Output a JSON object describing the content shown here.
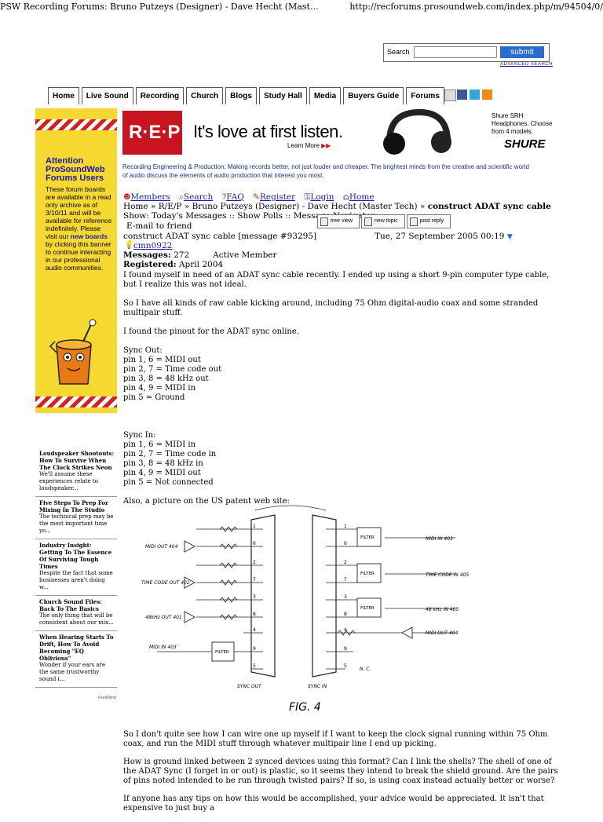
{
  "print_header": {
    "title": "PSW Recording Forums: Bruno Putzeys (Designer) - Dave Hecht (Mast...",
    "url": "http://recforums.prosoundweb.com/index.php/m/94504/0/"
  },
  "search": {
    "label": "Search",
    "button": "submit",
    "advanced": "ADVANCED SEARCH"
  },
  "nav": [
    "Home",
    "Live Sound",
    "Recording",
    "Church",
    "Blogs",
    "Study Hall",
    "Media",
    "Buyers Guide",
    "Forums"
  ],
  "banner": {
    "logo": "R·E·P",
    "headline": "It's love at first listen.",
    "learn_more": "Learn More",
    "shure_sub": "Shure SRH Headphones. Choose from 4 models.",
    "shure_logo": "SHURE"
  },
  "tagline": "Recording Engineering & Production: Making records better, not just louder and cheaper. The brightest minds from the creative and scientific world of audio discuss the elements of audio production that interest you most.",
  "left": {
    "attention": "Attention ProSoundWeb Forums Users",
    "notice_pre": "These forum boards are available in a read only archive as of 3/10/11 and will be available for reference indefinitely. Please visit our ",
    "notice_link": "new boards",
    "notice_post": " by clicking this banner to continue interacting in our professional audio communities.",
    "articles": [
      {
        "title": "Loudspeaker Shootouts: How To Survive When The Clock Strikes Neon",
        "desc": "We'll assume these experiences relate to loudspeaker..."
      },
      {
        "title": "Five Steps To Prep For Mixing In The Studio",
        "desc": "The technical prep may be the most important time yo..."
      },
      {
        "title": "Industry Insight: Getting To The Essence Of Surviving Tough Times",
        "desc": "Despite the fact that some businesses aren't doing w..."
      },
      {
        "title": "Church Sound Files: Back To The Basics",
        "desc": "The only thing that will be consistent about our mix..."
      },
      {
        "title": "When Hearing Starts To Drift, How To Avoid Becoming \"EQ Oblivious\"",
        "desc": "Wonder if your ears are the same trustworthy sound i..."
      }
    ],
    "feedwind": "FeedWind"
  },
  "forum": {
    "toplinks": [
      "Members",
      "Search",
      "FAQ",
      "Register",
      "Login",
      "Home"
    ],
    "breadcrumb": [
      "Home",
      "R/E/P",
      "Bruno Putzeys (Designer) - Dave Hecht (Master Tech)"
    ],
    "breadcrumb_current": "construct ADAT sync cable",
    "show_label": "Show:",
    "show_links": [
      "Today's Messages",
      "Show Polls",
      "Message Navigator"
    ],
    "email_link": "E-mail to friend",
    "buttons": [
      "tree view",
      "new topic",
      "post reply"
    ],
    "msg_title": "construct ADAT sync cable [message #93295]",
    "msg_date": "Tue, 27 September 2005 00:19",
    "username": "cmn0922",
    "messages_label": "Messages:",
    "messages_count": "272",
    "member_status": "Active Member",
    "registered_label": "Registered:",
    "registered_date": "April 2004",
    "p1": "I found myself in need of an ADAT sync cable recently. I ended up using a short 9-pin computer type cable, but I realize this was not ideal.",
    "p2": "So I have all kinds of raw cable kicking around, including 75 Ohm digital-audio coax and some stranded multipair stuff.",
    "p3": "I found the pinout for the ADAT sync online.",
    "sync_out_title": "Sync Out:",
    "sync_out": [
      "pin 1, 6 = MIDI out",
      "pin 2, 7 = Time code out",
      "pin 3, 8 = 48 kHz out",
      "pin 4, 9 = MIDI in",
      "pin 5 = Ground"
    ],
    "sync_in_title": "Sync In:",
    "sync_in": [
      "pin 1, 6 = MIDI in",
      "pin 2, 7 = Time code in",
      "pin 3, 8 = 48 kHz in",
      "pin 4, 9 = MIDI out",
      "pin 5 = Not connected"
    ],
    "p4": "Also, a picture on the US patent web site:",
    "p5": "So I don't quite see how I can wire one up myself if I want to keep the clock signal running within 75 Ohm coax, and run the MIDI stuff through whatever multipair line I end up picking.",
    "p6": "How is ground linked between 2 synced devices using this format? Can I link the shells? The shell of one of the ADAT Sync (I forget in or out) is plastic, so it seems they intend to break the shield ground. Are the pairs of pins noted intended to be run through twisted pairs? If so, is using coax instead actually better or worse?",
    "p7": "If anyone has any tips on how this would be accomplished, your advice would be appreciated. It isn't that expensive to just buy a"
  },
  "figure": {
    "caption": "FIG. 4",
    "left_labels": [
      "MIDI OUT 404",
      "TIME CODE OUT 402",
      "48kHz OUT 401",
      "MIDI IN 403"
    ],
    "right_labels": [
      "MIDI IN 403",
      "TIME CODE IN 405",
      "48 kHz IN 405",
      "MIDI OUT 404"
    ],
    "filter": "FILTER",
    "sync_out": "SYNC OUT",
    "sync_in": "SYNC IN",
    "nc": "N. C.",
    "pins_left": [
      "1",
      "6",
      "2",
      "7",
      "3",
      "8",
      "4",
      "9",
      "5"
    ],
    "pins_right": [
      "1",
      "6",
      "2",
      "7",
      "3",
      "8",
      "4",
      "9",
      "5"
    ]
  }
}
